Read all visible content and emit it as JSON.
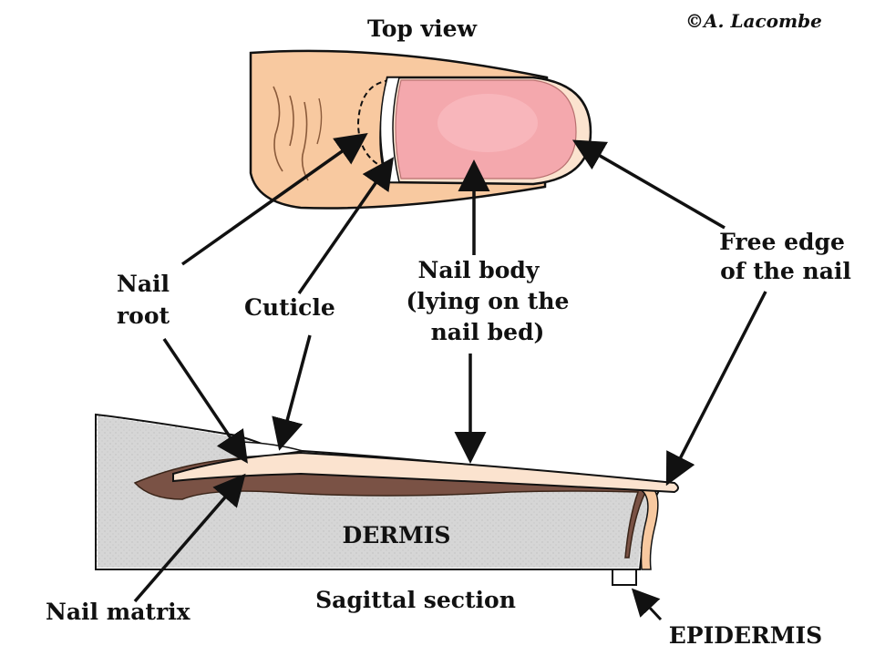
{
  "credit": "©A. Lacombe",
  "labels": {
    "top_view": "Top view",
    "nail_root": [
      "Nail",
      "root"
    ],
    "cuticle": "Cuticle",
    "nail_body": [
      "Nail body",
      "(lying on the",
      "nail bed)"
    ],
    "free_edge": [
      "Free edge",
      "of the nail"
    ],
    "dermis": "DERMIS",
    "nail_matrix": "Nail matrix",
    "sagittal_section": "Sagittal section",
    "epidermis": "EPIDERMIS"
  },
  "colors": {
    "skin": "#f8c9a0",
    "nail_bed": "#f4a8ad",
    "nail_plate": "#fbe3cf",
    "dermis": "#c8c8c8",
    "matrix": "#7a5245",
    "outline": "#111111"
  }
}
